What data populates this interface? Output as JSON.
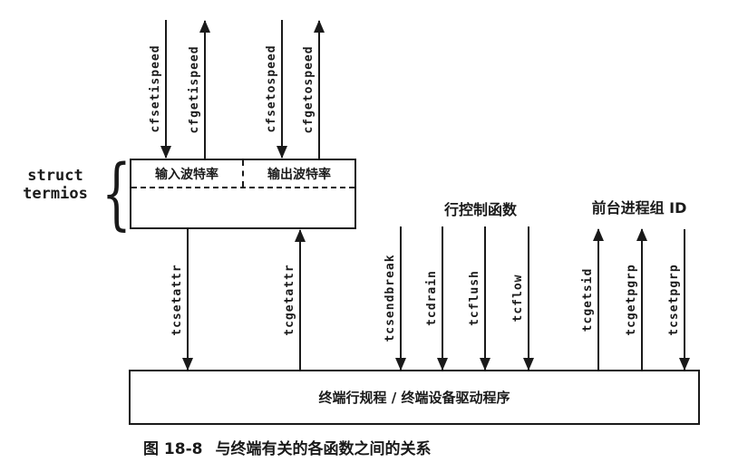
{
  "diagram": {
    "struct_label": {
      "line1": "struct",
      "line2": "termios"
    },
    "termios_box": {
      "cell_input": "输入波特率",
      "cell_output": "输出波特率"
    },
    "top_arrows": [
      {
        "label": "cfsetispeed",
        "direction": "down"
      },
      {
        "label": "cfgetispeed",
        "direction": "up"
      },
      {
        "label": "cfsetospeed",
        "direction": "down"
      },
      {
        "label": "cfgetospeed",
        "direction": "up"
      }
    ],
    "attr_arrows": [
      {
        "label": "tcsetattr",
        "direction": "down"
      },
      {
        "label": "tcgetattr",
        "direction": "up"
      }
    ],
    "line_control": {
      "heading": "行控制函数",
      "arrows": [
        {
          "label": "tcsendbreak",
          "direction": "down"
        },
        {
          "label": "tcdrain",
          "direction": "down"
        },
        {
          "label": "tcflush",
          "direction": "down"
        },
        {
          "label": "tcflow",
          "direction": "down"
        }
      ]
    },
    "process_group": {
      "heading": "前台进程组 ID",
      "arrows": [
        {
          "label": "tcgetsid",
          "direction": "up"
        },
        {
          "label": "tcgetpgrp",
          "direction": "up"
        },
        {
          "label": "tcsetpgrp",
          "direction": "down"
        }
      ]
    },
    "driver_box": {
      "label": "终端行规程 / 终端设备驱动程序"
    },
    "caption": {
      "fig": "图 18-8",
      "title": "与终端有关的各函数之间的关系"
    }
  },
  "colors": {
    "ink": "#1a1a1a",
    "background": "#ffffff"
  }
}
